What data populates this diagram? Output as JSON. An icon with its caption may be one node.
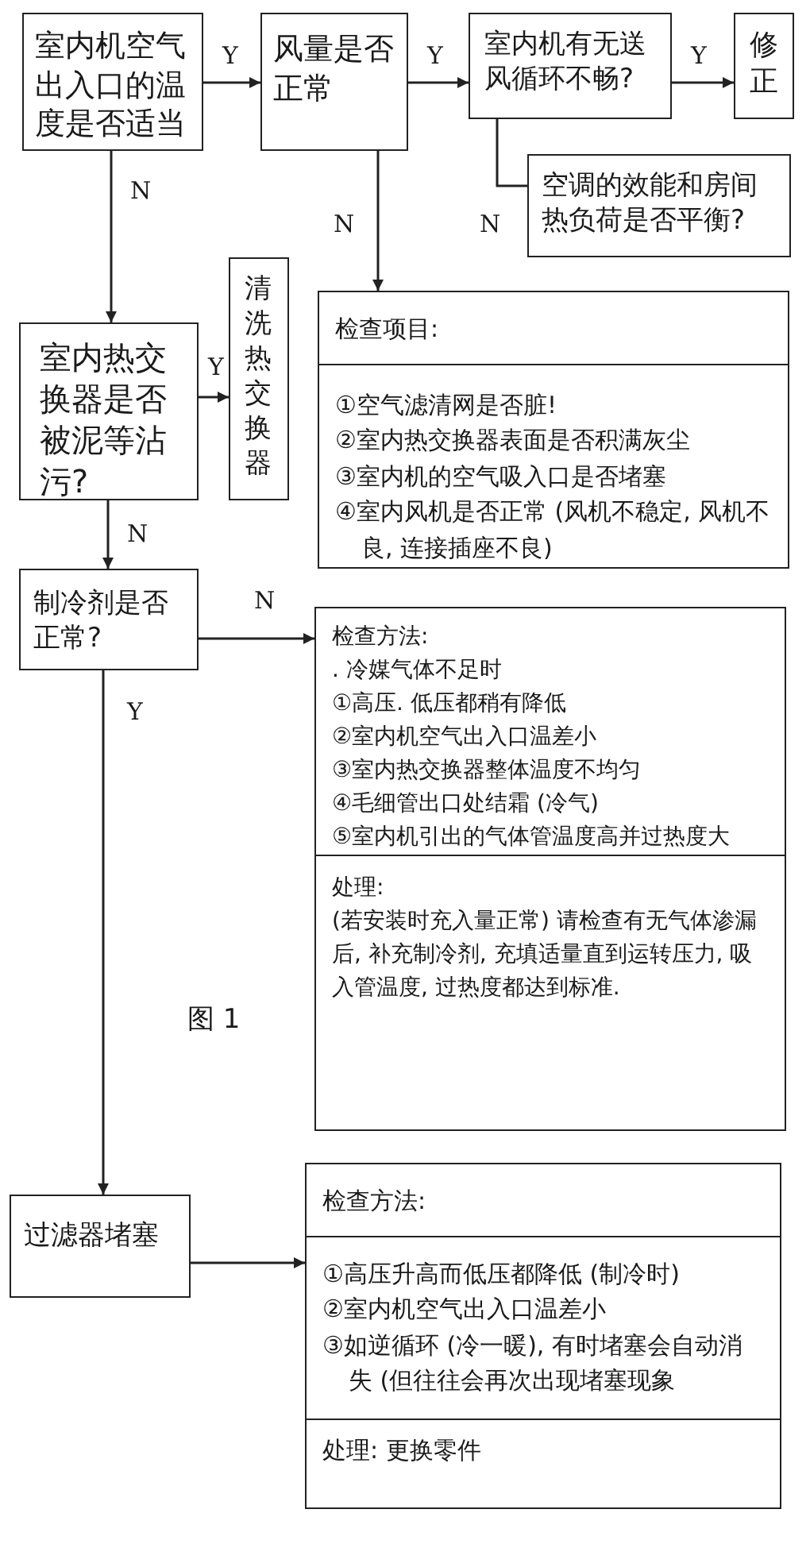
{
  "diagram": {
    "nodes": [
      {
        "text": [
          "室内机空气出入口的温度是否适当"
        ]
      },
      {
        "text": [
          "风量是否正常"
        ]
      },
      {
        "text": [
          "室内机有无送风循环不畅?"
        ]
      },
      {
        "text": [
          "修正"
        ]
      },
      {
        "text": [
          "空调的效能和房间热负荷是否平衡?"
        ]
      },
      {
        "text": [
          "清洗热交换器"
        ]
      },
      {
        "text": [
          "室内热交换器是否被泥等沾污?"
        ]
      },
      {
        "text": [
          "检查项目:",
          "①空气滤清网是否脏!",
          "②室内热交换器表面是否积满灰尘",
          "③室内机的空气吸入口是否堵塞",
          "④室内风机是否正常 (风机不稳定, 风机不良, 连接插座不良)"
        ]
      },
      {
        "text": [
          "制冷剂是否正常?"
        ]
      },
      {
        "text": [
          "检查方法:",
          ". 冷媒气体不足时",
          "①高压. 低压都稍有降低",
          "②室内机空气出入口温差小",
          "③室内热交换器整体温度不均匀",
          "④毛细管出口处结霜 (冷气)",
          "⑤室内机引出的气体管温度高并过热度大",
          "处理:",
          "(若安装时充入量正常) 请检查有无气体渗漏后, 补充制冷剂, 充填适量直到运转压力, 吸入管温度, 过热度都达到标准."
        ]
      },
      {
        "text": [
          "过滤器堵塞"
        ]
      },
      {
        "text": [
          "检查方法:",
          "①高压升高而低压都降低 (制冷时)",
          "②室内机空气出入口温差小",
          "③如逆循环 (冷一暖), 有时堵塞会自动消失 (但往往会再次出现堵塞现象",
          "处理: 更换零件"
        ]
      }
    ],
    "edges": [
      {
        "from": 0,
        "to": 1,
        "arrow": "to",
        "label": "Y"
      },
      {
        "from": 1,
        "to": 2,
        "arrow": "to",
        "label": "Y"
      },
      {
        "from": 2,
        "to": 3,
        "arrow": "to",
        "label": "Y"
      },
      {
        "from": 2,
        "to": 4,
        "arrow": "none",
        "label": "N"
      },
      {
        "from": 0,
        "to": 6,
        "arrow": "to",
        "label": "N"
      },
      {
        "from": 1,
        "to": 7,
        "arrow": "to",
        "label": "N"
      },
      {
        "from": 6,
        "to": 5,
        "arrow": "to",
        "label": "Y"
      },
      {
        "from": 6,
        "to": 8,
        "arrow": "to",
        "label": "N"
      },
      {
        "from": 8,
        "to": 9,
        "arrow": "to",
        "label": "N"
      },
      {
        "from": 8,
        "to": 10,
        "arrow": "to",
        "label": "Y"
      },
      {
        "from": 10,
        "to": 11,
        "arrow": "to"
      }
    ],
    "labels": [
      "图 1"
    ]
  }
}
